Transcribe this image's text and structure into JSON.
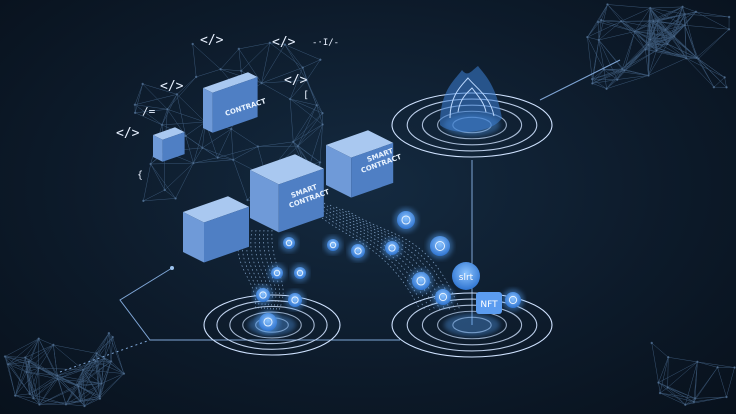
{
  "code_glyphs": [
    "</>",
    "</>",
    "</>",
    "</>",
    "</>",
    "-·I/-",
    "/=",
    "[",
    "{"
  ],
  "cubes": {
    "contract": {
      "label": "CONTRACT"
    },
    "smart_center": {
      "line1": "SMART",
      "line2": "CONTRACT"
    },
    "smart_right": {
      "line1": "SMART",
      "line2": "CONTRACT"
    }
  },
  "tokens": {
    "nft": "NFT",
    "slrt": "slrt"
  },
  "colors": {
    "background": "#0d1b2b",
    "cube_top": "#a9c8f0",
    "cube_left": "#6f9ad8",
    "cube_right": "#4f7fc4",
    "glow": "#5aa8ff",
    "line": "#7fa6d6"
  }
}
